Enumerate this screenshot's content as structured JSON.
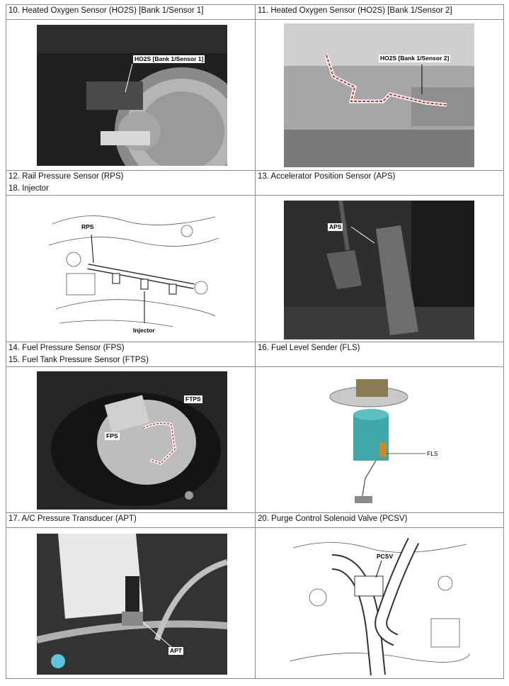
{
  "rows": [
    {
      "left": {
        "titles": [
          "10. Heated Oxygen Sensor (HO2S) [Bank 1/Sensor 1]"
        ],
        "callouts": [
          "HO2S [Bank 1/Sensor 1]"
        ]
      },
      "right": {
        "titles": [
          "11. Heated Oxygen Sensor (HO2S) [Bank 1/Sensor 2]"
        ],
        "callouts": [
          "HO2S [Bank 1/Sensor 2]"
        ]
      }
    },
    {
      "left": {
        "titles": [
          "12. Rail Pressure Sensor (RPS)",
          "18. Injector"
        ],
        "callouts": [
          "RPS",
          "Injector"
        ]
      },
      "right": {
        "titles": [
          "13. Accelerator Position Sensor (APS)"
        ],
        "callouts": [
          "APS"
        ]
      }
    },
    {
      "left": {
        "titles": [
          "14. Fuel Pressure Sensor (FPS)",
          "15. Fuel Tank Pressure Sensor (FTPS)"
        ],
        "callouts": [
          "FTPS",
          "FPS"
        ]
      },
      "right": {
        "titles": [
          "16. Fuel Level Sender (FLS)"
        ],
        "callouts": [
          "FLS"
        ]
      }
    },
    {
      "left": {
        "titles": [
          "17. A/C Pressure Transducer (APT)"
        ],
        "callouts": [
          "APT"
        ]
      },
      "right": {
        "titles": [
          "20. Purge Control Solenoid Valve (PCSV)"
        ],
        "callouts": [
          "PCSV"
        ]
      }
    }
  ],
  "colors": {
    "border": "#8c8c8c",
    "highlight": "#cc2b2b",
    "photo_dark": "#1c1c1c"
  }
}
